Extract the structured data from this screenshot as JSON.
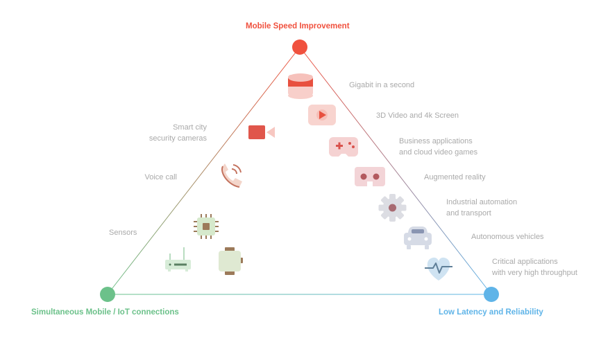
{
  "corners": {
    "top": {
      "label": "Mobile Speed Improvement",
      "color": "#f0513e"
    },
    "left": {
      "label": "Simultaneous Mobile / IoT connections",
      "color": "#6cc18a"
    },
    "right": {
      "label": "Low Latency and Reliability",
      "color": "#5fb4e8"
    }
  },
  "left_labels": [
    {
      "line1": "Smart city",
      "line2": "security cameras"
    },
    {
      "line1": "Voice call",
      "line2": ""
    },
    {
      "line1": "Sensors",
      "line2": ""
    }
  ],
  "right_labels": [
    {
      "line1": "Gigabit in a second",
      "line2": ""
    },
    {
      "line1": "3D Video and 4k Screen",
      "line2": ""
    },
    {
      "line1": "Business applications",
      "line2": "and cloud video games"
    },
    {
      "line1": "Augmented reality",
      "line2": ""
    },
    {
      "line1": "Industrial automation",
      "line2": "and transport"
    },
    {
      "line1": "Autonomous vehicles",
      "line2": ""
    },
    {
      "line1": "Critical applications",
      "line2": "with very high throughput"
    }
  ],
  "icons": [
    "database-icon",
    "play-video-icon",
    "gamepad-icon",
    "vr-headset-icon",
    "gear-icon",
    "car-icon",
    "heart-pulse-icon",
    "video-camera-icon",
    "phone-call-icon",
    "chip-icon",
    "router-icon",
    "smartwatch-icon"
  ]
}
